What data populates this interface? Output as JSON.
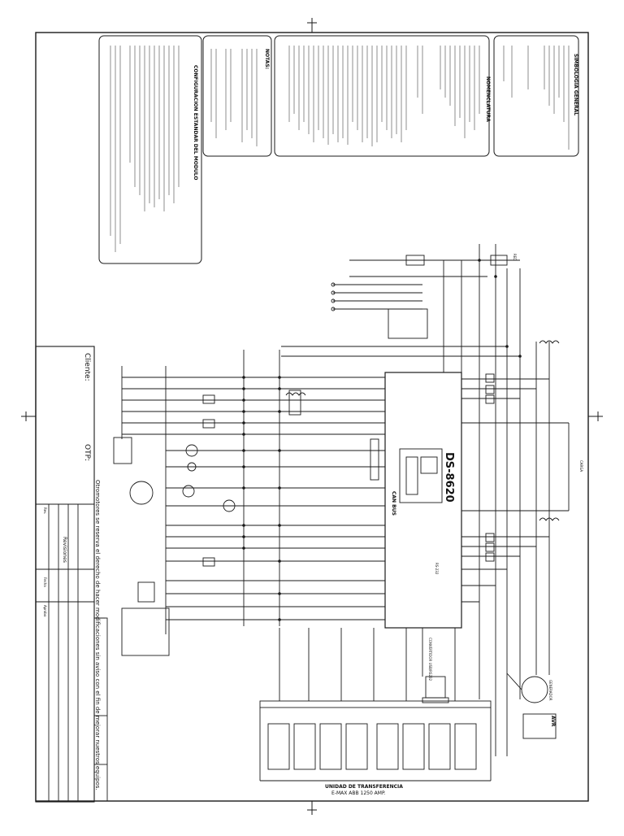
{
  "drawing": {
    "controller": "DS-8620",
    "can_bus": "CAN BUS",
    "rs232": "RS-232",
    "transfer_unit": "UNIDAD DE TRANSFERENCIA",
    "transfer_model": "E-MAX ABB 1250 AMP.",
    "reserve_note": "Otromotores se reserva el derecho de hacer modificaciones sin aviso con el fin de mejorar nuestros equipos.",
    "client_label": "Cliente:",
    "otp_label": "OTP:",
    "avr_label": "AVR",
    "charge_label": "CARGA",
    "generator_label": "GENERADOR",
    "red_label": "RED",
    "converter_label": "CONVERTIDOR USB/RS232"
  },
  "legend": {
    "symbology_title": "SIMBOLOGIA GENERAL",
    "nomenclature_title": "NOMENCLATURA",
    "notes_title": "NOTAS:",
    "config_title": "CONFIGURACION ESTANDAR DEL MODULO"
  },
  "title_block": {
    "rev_header": "Rev.",
    "desc_header": "Revisiones",
    "date_header": "Fecha",
    "approved_header": "Aprobo"
  },
  "colors": {
    "line": "#1a1a1a",
    "paper": "#ffffff"
  }
}
